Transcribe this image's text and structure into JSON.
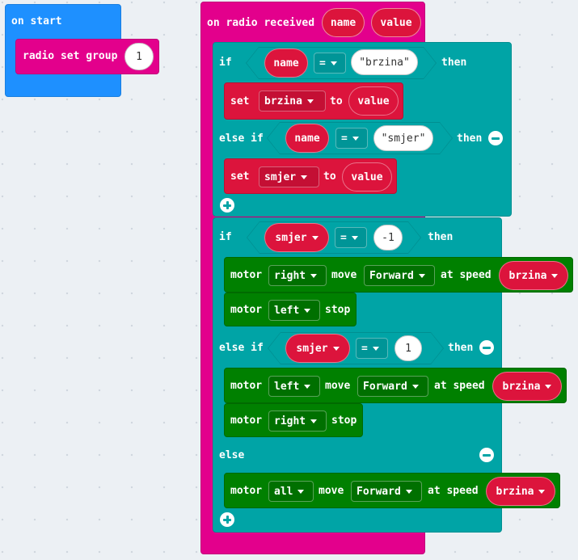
{
  "on_start": {
    "header": "on start",
    "radio_set_group": {
      "label": "radio set group",
      "value": "1"
    }
  },
  "radio_event": {
    "header": "on radio received",
    "param_name": "name",
    "param_value": "value",
    "if1": {
      "if_label": "if",
      "var": "name",
      "op": "=",
      "text": "brzina",
      "then_label": "then",
      "set_label": "set",
      "set_var": "brzina",
      "to_label": "to",
      "set_value": "value"
    },
    "elseif1": {
      "label": "else if",
      "var": "name",
      "op": "=",
      "text": "smjer",
      "then_label": "then",
      "set_label": "set",
      "set_var": "smjer",
      "to_label": "to",
      "set_value": "value"
    },
    "if2": {
      "if_label": "if",
      "var": "smjer",
      "op": "=",
      "value": "-1",
      "then_label": "then",
      "motor1": {
        "label": "motor",
        "motor": "right",
        "action": "move",
        "dir": "Forward",
        "at_speed": "at speed",
        "speed": "brzina"
      },
      "motor2": {
        "label": "motor",
        "motor": "left",
        "action": "stop"
      }
    },
    "elseif2": {
      "label": "else if",
      "var": "smjer",
      "op": "=",
      "value": "1",
      "then_label": "then",
      "motor1": {
        "label": "motor",
        "motor": "left",
        "action": "move",
        "dir": "Forward",
        "at_speed": "at speed",
        "speed": "brzina"
      },
      "motor2": {
        "label": "motor",
        "motor": "right",
        "action": "stop"
      }
    },
    "else_block": {
      "label": "else",
      "motor1": {
        "label": "motor",
        "motor": "all",
        "action": "move",
        "dir": "Forward",
        "at_speed": "at speed",
        "speed": "brzina"
      }
    }
  },
  "colors": {
    "event_blue": "#1e90ff",
    "radio_pink": "#e3008c",
    "logic_teal": "#00a4a6",
    "variable_red": "#dc143c",
    "motor_green": "#008000",
    "workspace": "#ecf0f4"
  }
}
